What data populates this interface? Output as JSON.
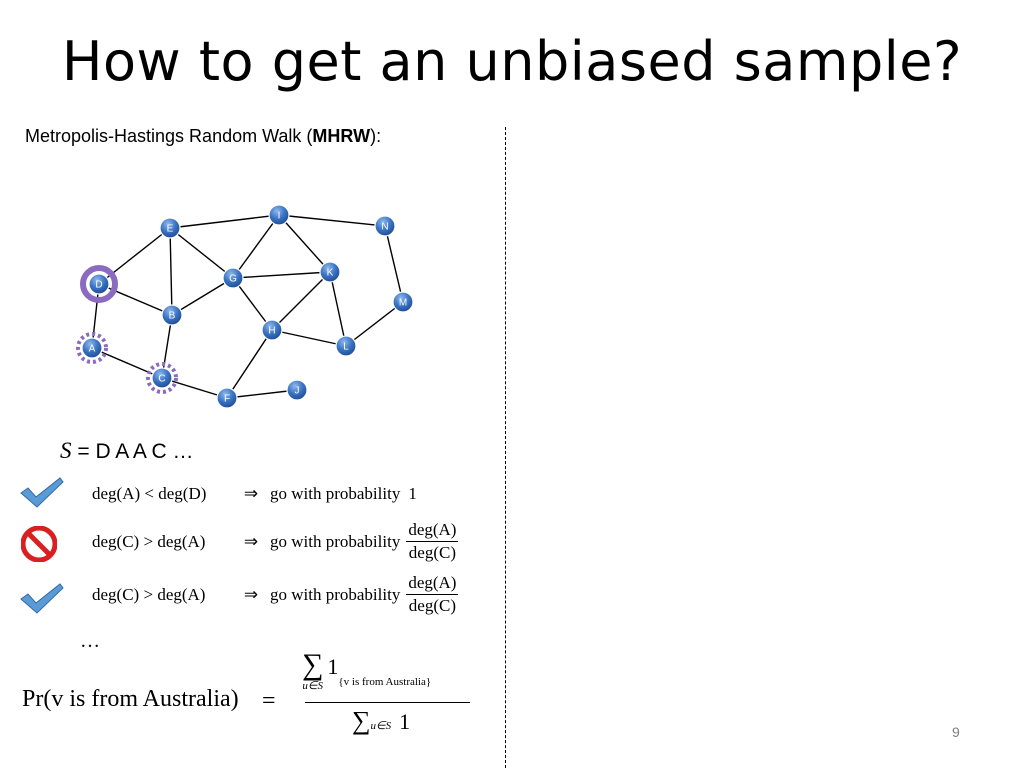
{
  "slide": {
    "title": "How to get an unbiased sample?",
    "subtitle_prefix": "Metropolis-Hastings Random Walk (",
    "subtitle_bold": "MHRW",
    "subtitle_suffix": "):",
    "page_number": "9"
  },
  "graph": {
    "node_color": "#3b74c4",
    "highlight_color": "#8a6bbf",
    "nodes": [
      "A",
      "B",
      "C",
      "D",
      "E",
      "F",
      "G",
      "H",
      "I",
      "J",
      "K",
      "L",
      "M",
      "N"
    ],
    "edges": [
      [
        "D",
        "E"
      ],
      [
        "D",
        "B"
      ],
      [
        "D",
        "A"
      ],
      [
        "E",
        "I"
      ],
      [
        "E",
        "G"
      ],
      [
        "E",
        "B"
      ],
      [
        "B",
        "G"
      ],
      [
        "B",
        "C"
      ],
      [
        "A",
        "C"
      ],
      [
        "C",
        "F"
      ],
      [
        "G",
        "I"
      ],
      [
        "G",
        "K"
      ],
      [
        "G",
        "H"
      ],
      [
        "I",
        "N"
      ],
      [
        "I",
        "K"
      ],
      [
        "K",
        "H"
      ],
      [
        "K",
        "L"
      ],
      [
        "H",
        "L"
      ],
      [
        "H",
        "F"
      ],
      [
        "F",
        "J"
      ],
      [
        "L",
        "M"
      ],
      [
        "M",
        "N"
      ]
    ],
    "current_node": "D",
    "candidate_nodes": [
      "A",
      "C"
    ]
  },
  "sequence": {
    "var": "S",
    "eq": "=",
    "value": "D A A C …"
  },
  "rules": [
    {
      "status": "accept",
      "lhs": "deg(A)",
      "op": "<",
      "rhs": "deg(D)",
      "arrow": "⇒",
      "text": "go with probability",
      "num": "1",
      "den": ""
    },
    {
      "status": "reject",
      "lhs": "deg(C)",
      "op": ">",
      "rhs": "deg(A)",
      "arrow": "⇒",
      "text": "go with probability",
      "num": "deg(A)",
      "den": "deg(C)"
    },
    {
      "status": "accept",
      "lhs": "deg(C)",
      "op": ">",
      "rhs": "deg(A)",
      "arrow": "⇒",
      "text": "go with probability",
      "num": "deg(A)",
      "den": "deg(C)"
    }
  ],
  "ellipsis": "…",
  "formula": {
    "lhs": "Pr(v is from Australia)",
    "eq": "=",
    "num_sum": "∑",
    "num_sub": "u∈S",
    "num_one": "1",
    "num_indicator": "{v is from Australia}",
    "den_sum": "∑",
    "den_sub": "u∈S",
    "den_one": "1"
  }
}
